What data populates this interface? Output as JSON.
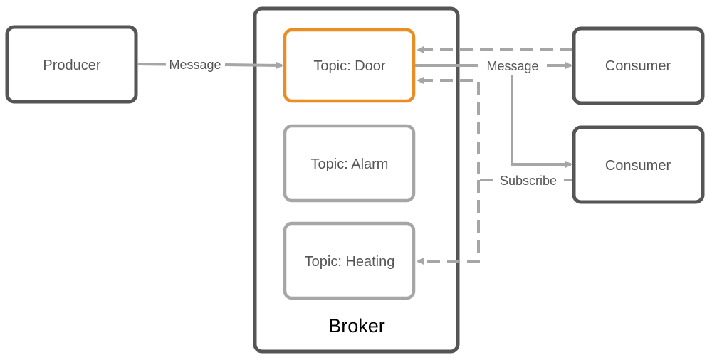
{
  "colors": {
    "box_border": "#555555",
    "topic_active_border": "#e88e24",
    "topic_inactive_border": "#a6a6a6",
    "arrow": "#a6a6a6",
    "text": "#555555",
    "broker_text": "#000000"
  },
  "producer": {
    "label": "Producer"
  },
  "broker": {
    "label": "Broker"
  },
  "topics": [
    {
      "label": "Topic: Door",
      "state": "active"
    },
    {
      "label": "Topic: Alarm",
      "state": "inactive"
    },
    {
      "label": "Topic: Heating",
      "state": "inactive"
    }
  ],
  "consumers": [
    {
      "label": "Consumer"
    },
    {
      "label": "Consumer"
    }
  ],
  "edges": {
    "publish_label": "Message",
    "deliver_label": "Message",
    "subscribe_label": "Subscribe"
  }
}
